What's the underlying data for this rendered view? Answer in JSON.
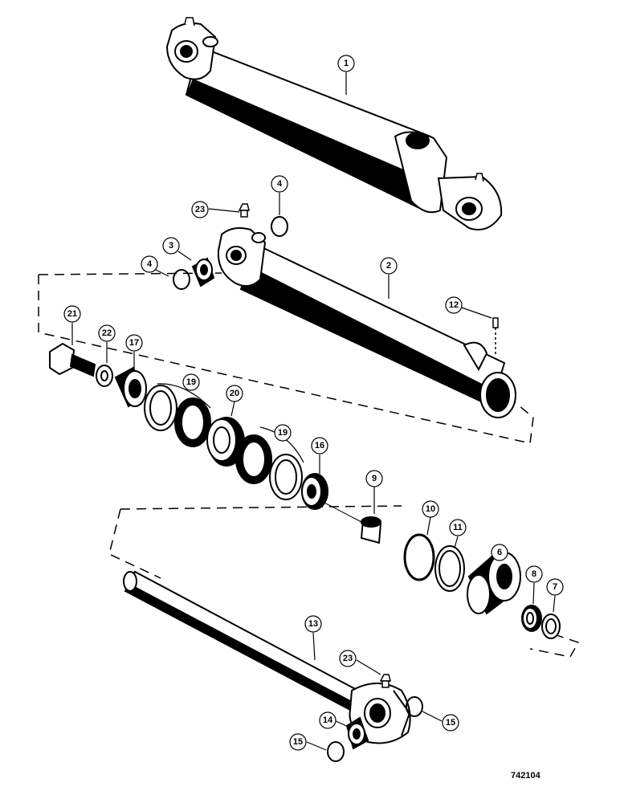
{
  "drawing_number": "742104",
  "callouts": {
    "c1": "1",
    "c2": "2",
    "c3": "3",
    "c4a": "4",
    "c4b": "4",
    "c6": "6",
    "c7": "7",
    "c8": "8",
    "c9": "9",
    "c10": "10",
    "c11": "11",
    "c12": "12",
    "c13": "13",
    "c14": "14",
    "c15a": "15",
    "c15b": "15",
    "c16": "16",
    "c17": "17",
    "c19a": "19",
    "c19b": "19",
    "c20": "20",
    "c21": "21",
    "c22": "22",
    "c23a": "23",
    "c23b": "23"
  }
}
